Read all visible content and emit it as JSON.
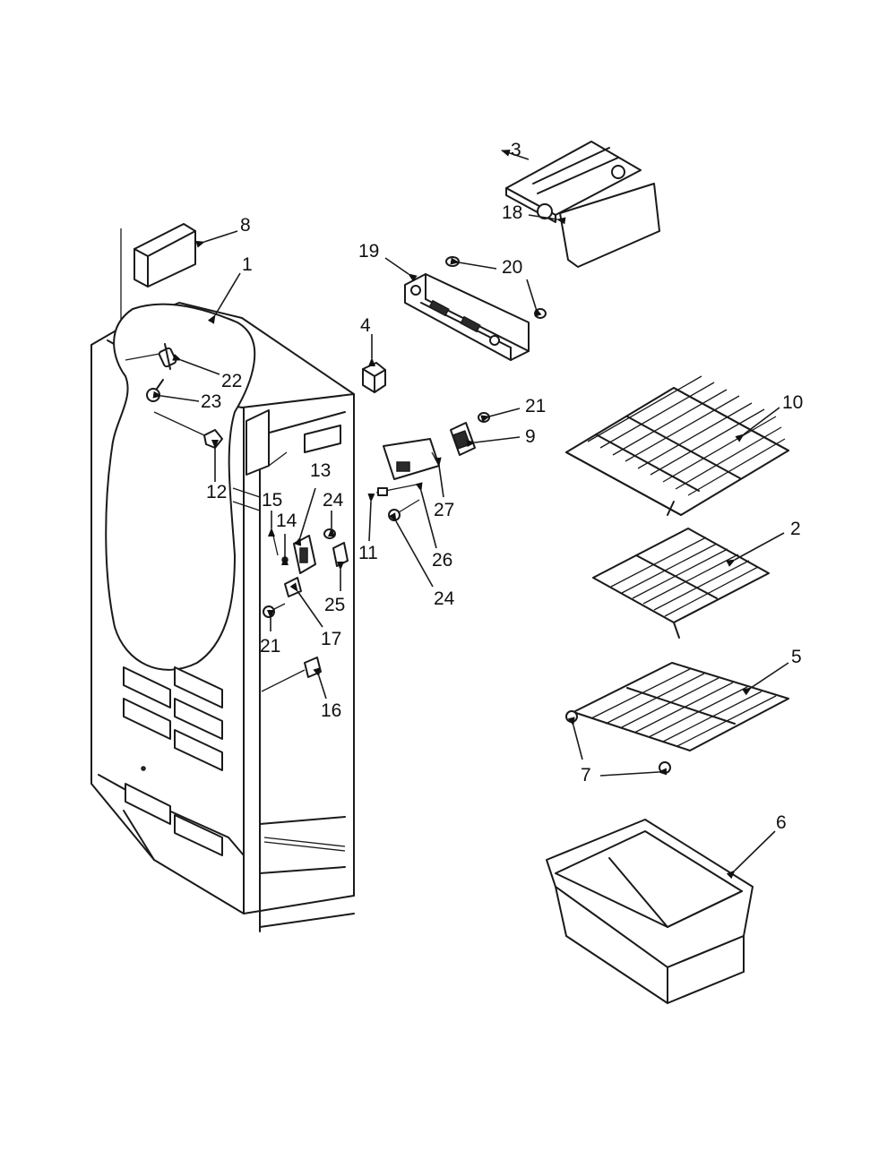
{
  "callouts": {
    "c1": "1",
    "c2": "2",
    "c3": "3",
    "c4": "4",
    "c5": "5",
    "c6": "6",
    "c7": "7",
    "c8": "8",
    "c9": "9",
    "c10": "10",
    "c11": "11",
    "c12": "12",
    "c13": "13",
    "c14": "14",
    "c15": "15",
    "c16": "16",
    "c17": "17",
    "c18": "18",
    "c19": "19",
    "c20": "20",
    "c21a": "21",
    "c21b": "21",
    "c22": "22",
    "c23": "23",
    "c24a": "24",
    "c24b": "24",
    "c25": "25",
    "c26": "26",
    "c27": "27"
  }
}
